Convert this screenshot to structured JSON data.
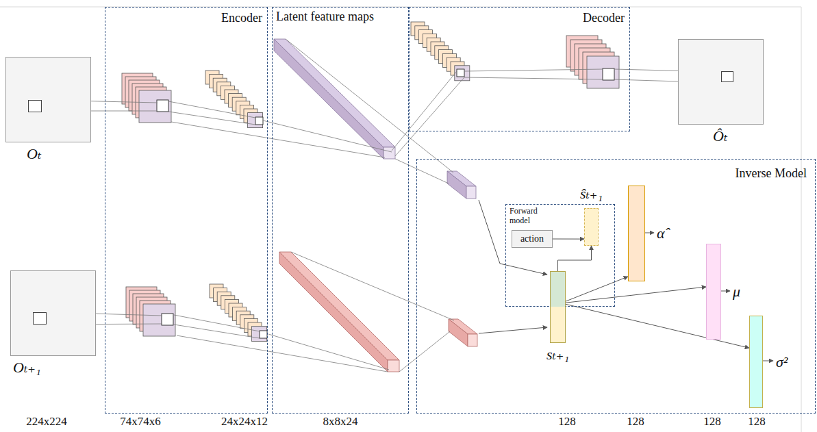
{
  "diagram": {
    "nodes": [
      {
        "text": [
          "Encoder"
        ]
      },
      {
        "text": [
          "Latent feature maps"
        ]
      },
      {
        "text": [
          "Decoder"
        ]
      },
      {
        "text": [
          "Inverse Model"
        ]
      },
      {
        "text": [
          "Forward model"
        ],
        "in": 3
      },
      {
        "text": [
          "action"
        ],
        "in": 4
      },
      {
        "text": [
          "ŝₜ₊₁"
        ],
        "in": 4
      },
      {
        "text": [
          "sₜ₊₁"
        ],
        "in": 3
      },
      {
        "text": [
          "α̂"
        ],
        "in": 3
      },
      {
        "text": [
          "μ"
        ],
        "in": 3
      },
      {
        "text": [
          "σ²"
        ],
        "in": 3
      },
      {
        "text": [
          "Oₜ"
        ]
      },
      {
        "text": [
          "Oₜ₊₁"
        ]
      },
      {
        "text": [
          "Ôₜ"
        ]
      }
    ],
    "edges": [
      {
        "from": 5,
        "to": 6,
        "arrow": "to"
      },
      {
        "from": 7,
        "to": 6,
        "arrow": "to"
      },
      {
        "from": 7,
        "to": 8,
        "arrow": "to"
      },
      {
        "from": 7,
        "to": 9,
        "arrow": "to"
      },
      {
        "from": 7,
        "to": 10,
        "arrow": "to"
      }
    ],
    "labels": [
      "224x224",
      "74x74x6",
      "24x24x12",
      "8x8x24",
      "128",
      "128",
      "128",
      "128"
    ]
  }
}
